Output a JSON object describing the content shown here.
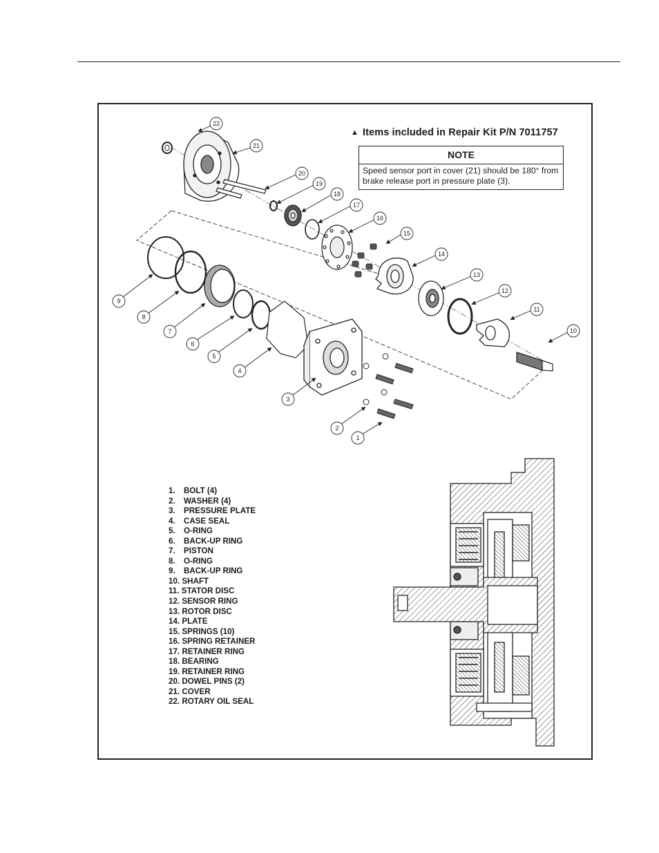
{
  "repair_kit": {
    "symbol": "▲",
    "label": "Items included in Repair Kit P/N 7011757"
  },
  "note": {
    "title": "NOTE",
    "text": "Speed sensor port in cover (21) should be 180° from brake release port in pressure plate (3)."
  },
  "parts": [
    {
      "num": "1.",
      "name": "BOLT (4)"
    },
    {
      "num": "2.",
      "name": "WASHER (4)"
    },
    {
      "num": "3.",
      "name": "PRESSURE PLATE"
    },
    {
      "num": "4.",
      "name": "CASE  SEAL"
    },
    {
      "num": "5.",
      "name": "O-RING"
    },
    {
      "num": "6.",
      "name": "BACK-UP RING"
    },
    {
      "num": "7.",
      "name": "PISTON"
    },
    {
      "num": "8.",
      "name": "O-RING"
    },
    {
      "num": "9.",
      "name": "BACK-UP RING"
    },
    {
      "num": "10.",
      "name": "SHAFT"
    },
    {
      "num": "11.",
      "name": "STATOR DISC"
    },
    {
      "num": "12.",
      "name": "SENSOR RING"
    },
    {
      "num": "13.",
      "name": "ROTOR DISC"
    },
    {
      "num": "14.",
      "name": "PLATE"
    },
    {
      "num": "15.",
      "name": "SPRINGS (10)"
    },
    {
      "num": "16.",
      "name": "SPRING RETAINER"
    },
    {
      "num": "17.",
      "name": "RETAINER RING"
    },
    {
      "num": "18.",
      "name": "BEARING"
    },
    {
      "num": "19.",
      "name": "RETAINER RING"
    },
    {
      "num": "20.",
      "name": "DOWEL PINS (2)"
    },
    {
      "num": "21.",
      "name": "COVER"
    },
    {
      "num": "22.",
      "name": "ROTARY OIL SEAL"
    }
  ],
  "callouts": [
    "1",
    "2",
    "3",
    "4",
    "5",
    "6",
    "7",
    "8",
    "9",
    "10",
    "11",
    "12",
    "13",
    "14",
    "15",
    "16",
    "17",
    "18",
    "19",
    "20",
    "21",
    "22"
  ]
}
